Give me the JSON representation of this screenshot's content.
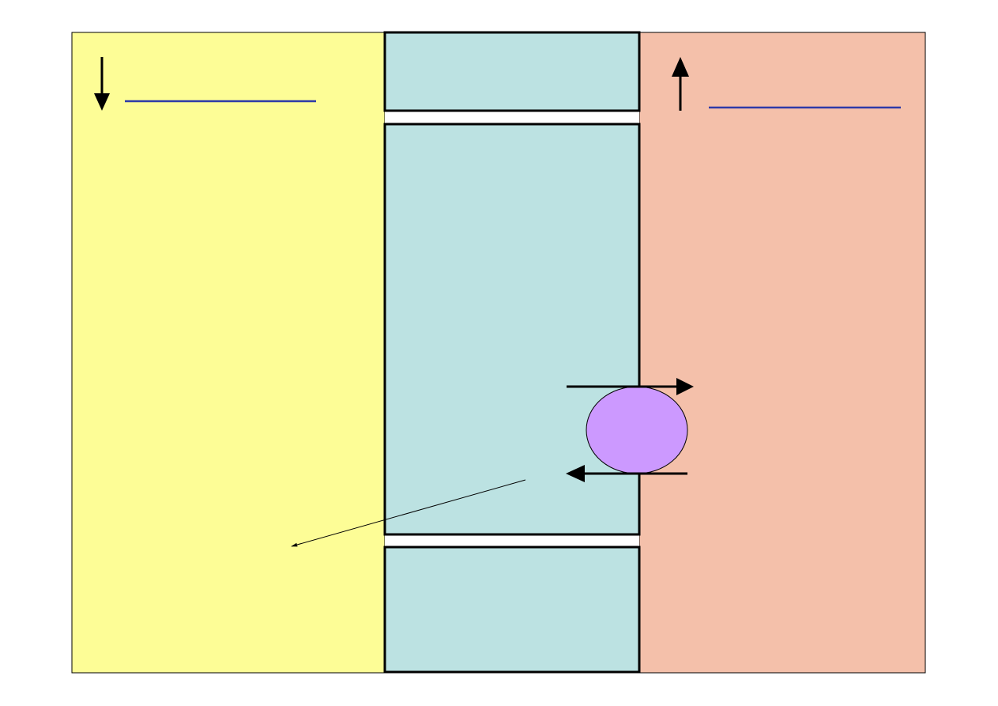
{
  "diagram": {
    "left_region": {
      "color": "#FDFD96"
    },
    "middle_region": {
      "color": "#BCE2E2"
    },
    "right_region": {
      "color": "#F4C0AA"
    },
    "transporter": {
      "color": "#CC99FF"
    },
    "junction_fill": "#FFFFFF",
    "blank_line_color": "#2E3AA8",
    "outline_color": "#000000",
    "left_arrow": {
      "direction": "down"
    },
    "right_arrow": {
      "direction": "up"
    },
    "transport_arrows": [
      "right",
      "left"
    ],
    "pointer_arrow": {
      "direction": "down-left"
    }
  }
}
